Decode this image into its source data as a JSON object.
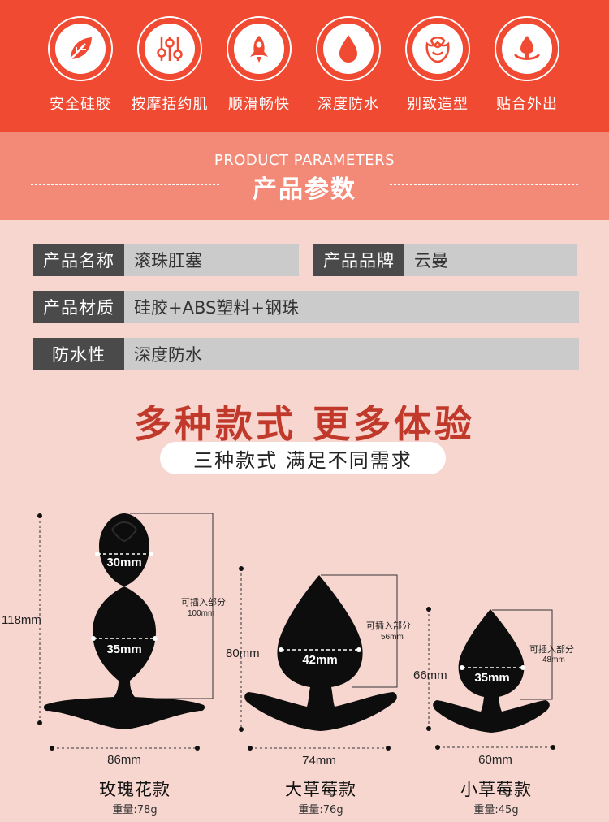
{
  "features": [
    {
      "label": "安全硅胶",
      "icon": "leaf-icon"
    },
    {
      "label": "按摩括约肌",
      "icon": "equalizer-sliders-icon"
    },
    {
      "label": "顺滑畅快",
      "icon": "rocket-icon"
    },
    {
      "label": "深度防水",
      "icon": "water-drop-icon"
    },
    {
      "label": "别致造型",
      "icon": "rose-icon"
    },
    {
      "label": "贴合外出",
      "icon": "anal-plug-icon"
    }
  ],
  "params": {
    "title_en": "PRODUCT PARAMETERS",
    "title_cn": "产品参数"
  },
  "spec": {
    "name_key": "产品名称",
    "name_value": "滚珠肛塞",
    "brand_key": "产品品牌",
    "brand_value": "云曼",
    "material_key": "产品材质",
    "material_value": "硅胶+ABS塑料+钢珠",
    "waterproof_key": "防水性",
    "waterproof_value": "深度防水"
  },
  "headline": {
    "title": "多种款式 更多体验",
    "subtitle": "三种款式 满足不同需求"
  },
  "products": [
    {
      "name": "玫瑰花款",
      "weight": "重量:78g",
      "height": "118mm",
      "width": "86mm",
      "diam1": "30mm",
      "diam2": "35mm",
      "insert_label": "可插入部分",
      "insert_len": "100mm"
    },
    {
      "name": "大草莓款",
      "weight": "重量:76g",
      "height": "80mm",
      "width": "74mm",
      "diam1": "42mm",
      "insert_label": "可插入部分",
      "insert_len": "56mm"
    },
    {
      "name": "小草莓款",
      "weight": "重量:45g",
      "height": "66mm",
      "width": "60mm",
      "diam1": "35mm",
      "insert_label": "可插入部分",
      "insert_len": "48mm"
    }
  ],
  "colors": {
    "band": "#f14a32",
    "params_band": "#f38a78",
    "page_bg": "#f7d6cf",
    "headline": "#c0392b",
    "spec_key_bg": "#4a4a4a",
    "spec_val_bg": "#cbcbcb"
  }
}
